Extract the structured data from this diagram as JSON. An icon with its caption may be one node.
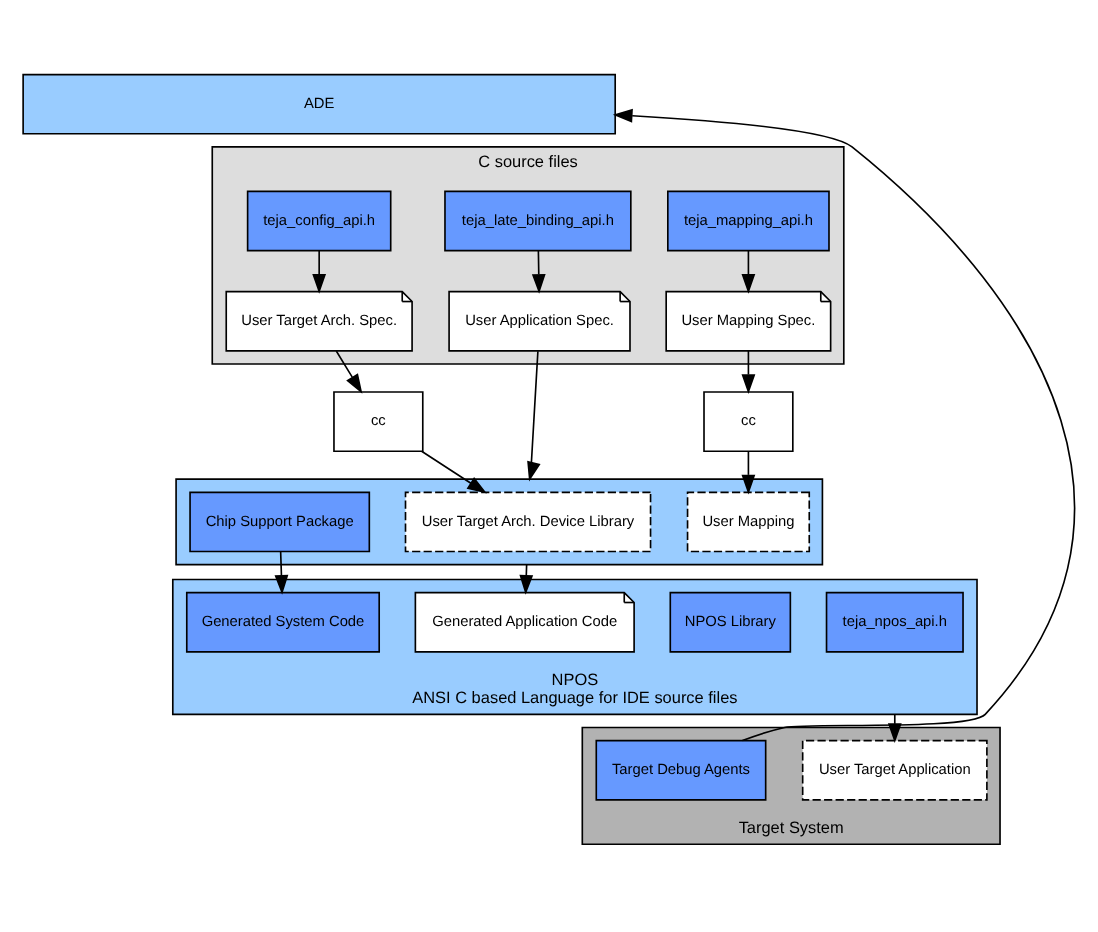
{
  "diagram": {
    "nodes": [
      {
        "text": [
          "ADE"
        ]
      },
      {
        "text": [
          "C source files"
        ]
      },
      {
        "text": [
          "teja_config_api.h"
        ],
        "in": 1
      },
      {
        "text": [
          "teja_late_binding_api.h"
        ],
        "in": 1
      },
      {
        "text": [
          "teja_mapping_api.h"
        ],
        "in": 1
      },
      {
        "text": [
          "User Target Arch. Spec."
        ],
        "in": 1
      },
      {
        "text": [
          "User Application Spec."
        ],
        "in": 1
      },
      {
        "text": [
          "User Mapping Spec."
        ],
        "in": 1
      },
      {
        "text": [
          "cc"
        ]
      },
      {
        "text": [
          "cc"
        ]
      },
      {
        "text": [],
        "shape": "box"
      },
      {
        "text": [
          "User Target Arch. Device Library"
        ],
        "in": 10
      },
      {
        "text": [
          "User Mapping"
        ],
        "in": 10
      },
      {
        "text": [
          "Chip Support Package"
        ],
        "in": 10
      },
      {
        "text": [
          "NPOS",
          "ANSI C based Language for IDE source files"
        ]
      },
      {
        "text": [
          "teja_npos_api.h"
        ],
        "in": 14
      },
      {
        "text": [
          "NPOS Library"
        ],
        "in": 14
      },
      {
        "text": [
          "Generated Application Code"
        ],
        "in": 14
      },
      {
        "text": [
          "Generated System Code"
        ],
        "in": 14
      },
      {
        "text": [
          "Target System"
        ]
      },
      {
        "text": [
          "User Target Application"
        ],
        "in": 19
      },
      {
        "text": [
          "Target Debug Agents"
        ],
        "in": 19
      }
    ],
    "edges": [
      {
        "from": 2,
        "to": 5,
        "arrow": "to"
      },
      {
        "from": 3,
        "to": 6,
        "arrow": "to"
      },
      {
        "from": 4,
        "to": 7,
        "arrow": "to"
      },
      {
        "from": 5,
        "to": 8,
        "arrow": "to"
      },
      {
        "from": 8,
        "to": 11,
        "arrow": "to"
      },
      {
        "from": 6,
        "to": 10,
        "arrow": "to"
      },
      {
        "from": 7,
        "to": 9,
        "arrow": "to"
      },
      {
        "from": 9,
        "to": 12,
        "arrow": "to"
      },
      {
        "from": 10,
        "to": 17,
        "arrow": "to"
      },
      {
        "from": 13,
        "to": 18,
        "arrow": "to"
      },
      {
        "from": 14,
        "to": 20,
        "arrow": "to"
      },
      {
        "from": 21,
        "to": 0,
        "arrow": "to"
      }
    ]
  }
}
